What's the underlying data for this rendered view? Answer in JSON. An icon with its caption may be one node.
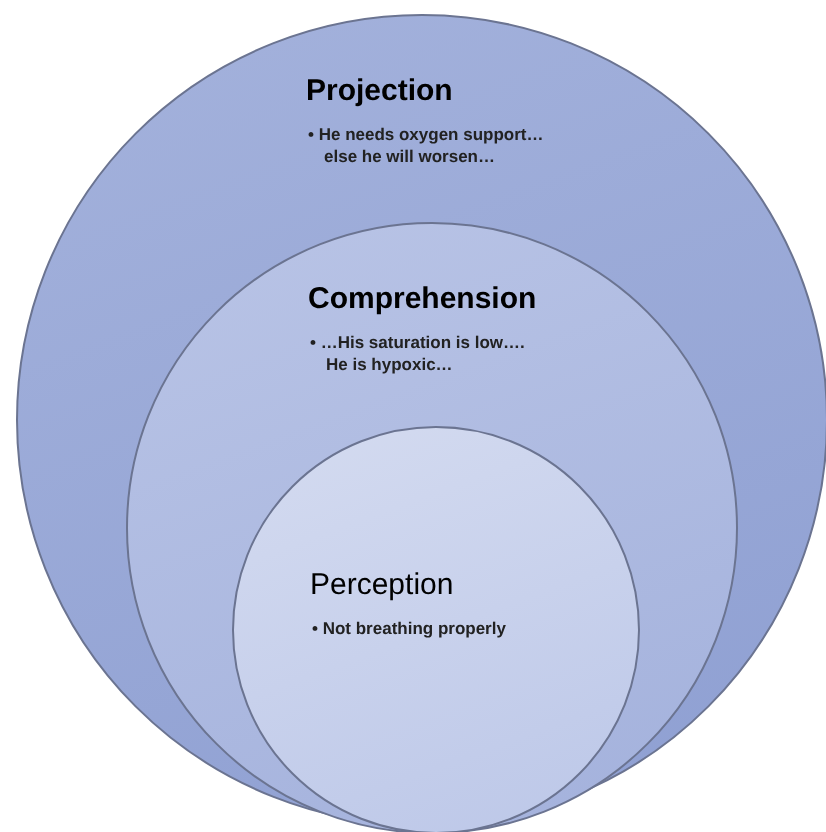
{
  "diagram": {
    "nodes": [
      {
        "text": [
          "Projection",
          "• He needs oxygen support… else he will worsen…"
        ]
      },
      {
        "text": [
          "Comprehension",
          "• …His saturation is low…. He is hypoxic…"
        ],
        "in": 0
      },
      {
        "text": [
          "Perception",
          "• Not breathing properly"
        ],
        "in": 1
      }
    ]
  }
}
